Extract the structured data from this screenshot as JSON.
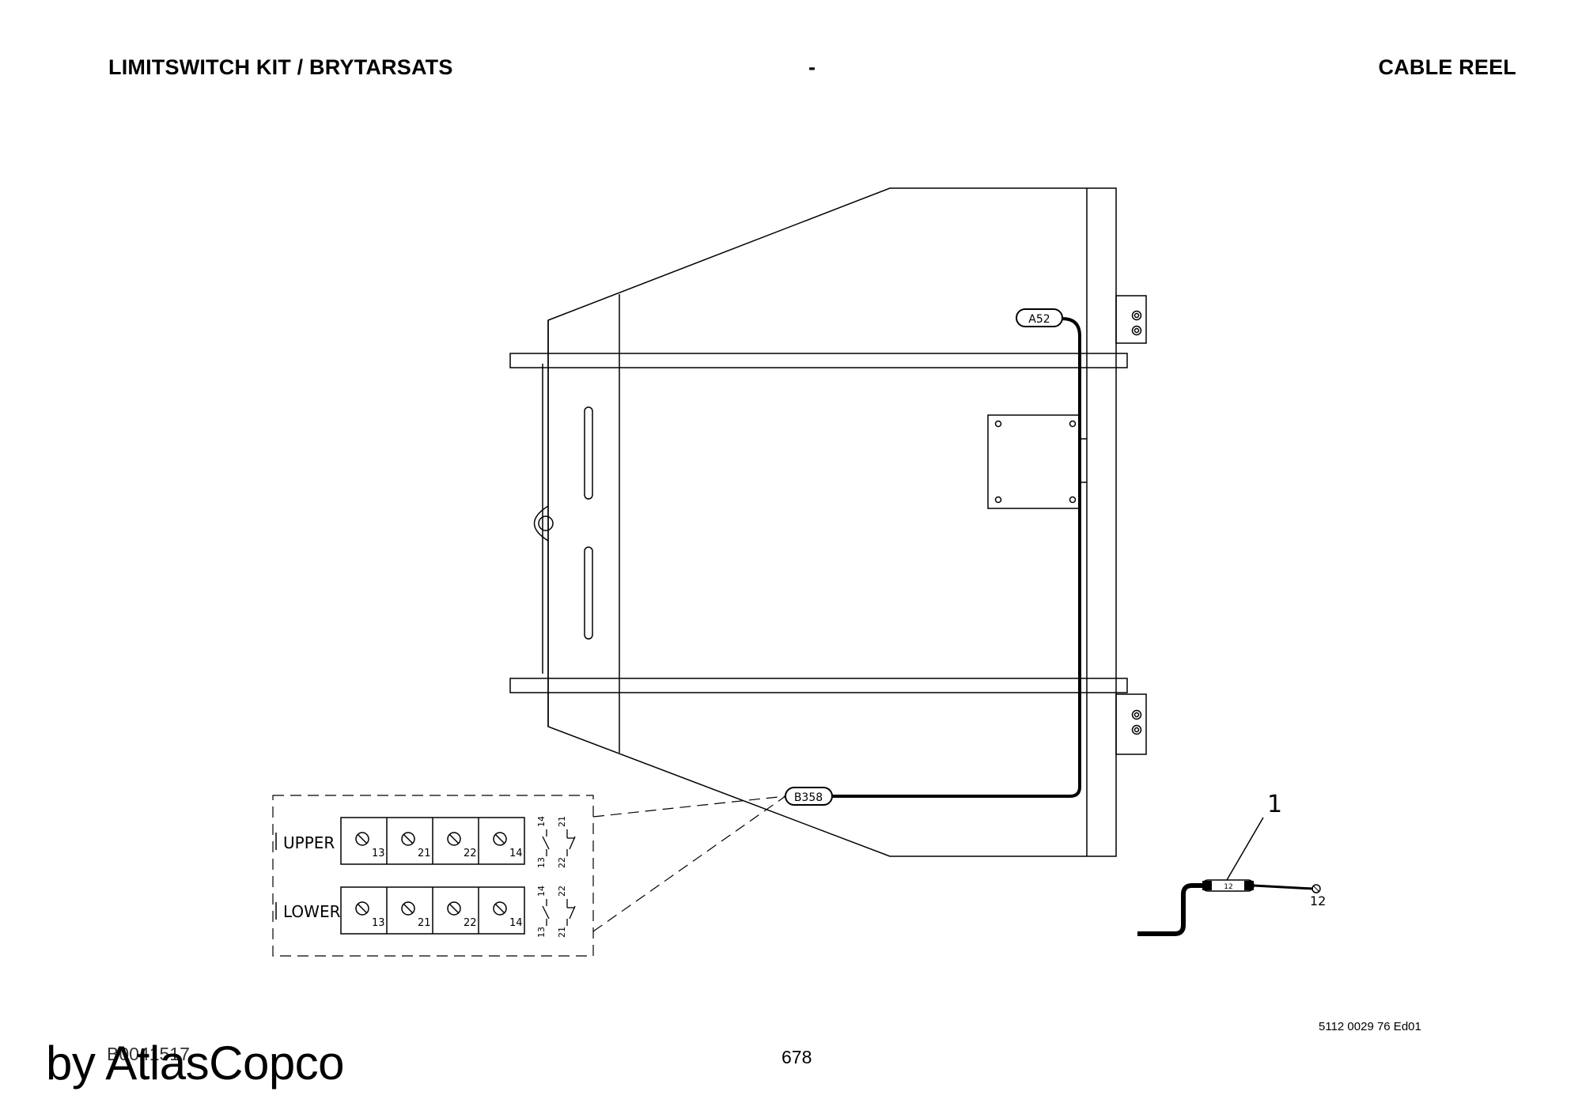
{
  "header": {
    "left": "LIMITSWITCH KIT / BRYTARSATS",
    "center": "-",
    "right": "CABLE REEL"
  },
  "diagram": {
    "connector_top": "A52",
    "connector_bottom": "B358",
    "callout_number": "1",
    "wire_number": "12",
    "wire_tag": "12",
    "switch_box": {
      "upper_label": "UPPER",
      "lower_label": "LOWER",
      "terminals": [
        "13",
        "21",
        "22",
        "14"
      ],
      "upper_contacts": {
        "no_top": "14",
        "no_bottom": "13",
        "nc_top": "21",
        "nc_bottom": "22"
      },
      "lower_contacts": {
        "no_top": "14",
        "no_bottom": "13",
        "nc_top": "22",
        "nc_bottom": "21"
      }
    }
  },
  "footer": {
    "doc_code": "5112 0029 76 Ed01",
    "page_number": "678",
    "ref_code": "B0041517",
    "watermark": "by AtlasCopco"
  }
}
